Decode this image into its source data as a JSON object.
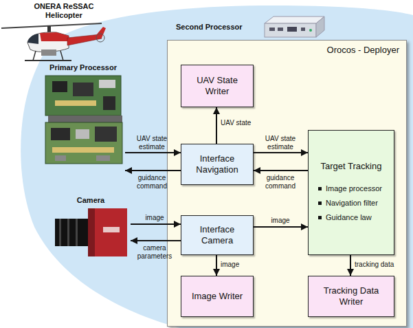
{
  "diagram": {
    "nodes": [
      {
        "text": [
          "Second Processor"
        ]
      },
      {
        "text": [
          "Orocos - Deployer"
        ],
        "in": 0
      },
      {
        "text": [
          "UAV State Writer"
        ],
        "in": 1
      },
      {
        "text": [
          "Primary Processor"
        ],
        "in": 0
      },
      {
        "text": [
          "Interface Navigation"
        ],
        "in": 1
      },
      {
        "text": [
          "Target Tracking",
          "Image processor",
          "Navigation filter",
          "Guidance law"
        ],
        "in": 1
      },
      {
        "text": [
          "Camera"
        ],
        "in": 0
      },
      {
        "text": [
          "Interface Camera"
        ],
        "in": 1
      },
      {
        "text": [
          "Image Writer"
        ],
        "in": 1
      },
      {
        "text": [
          "Tracking Data Writer"
        ],
        "in": 1
      }
    ],
    "edges": [
      {
        "from": 4,
        "to": 2,
        "label": "UAV state",
        "arrow": "to"
      },
      {
        "from": 3,
        "to": 4,
        "label": "UAV state estimate",
        "arrow": "to"
      },
      {
        "from": 4,
        "to": 3,
        "label": "guidance command",
        "arrow": "to"
      },
      {
        "from": 4,
        "to": 5,
        "label": "UAV state estimate",
        "arrow": "to"
      },
      {
        "from": 5,
        "to": 4,
        "label": "guidance command",
        "arrow": "to"
      },
      {
        "from": 6,
        "to": 7,
        "label": "image",
        "arrow": "to"
      },
      {
        "from": 7,
        "to": 6,
        "label": "camera parameters",
        "arrow": "to"
      },
      {
        "from": 7,
        "to": 5,
        "label": "image",
        "arrow": "to"
      },
      {
        "from": 7,
        "to": 8,
        "label": "image",
        "arrow": "to"
      },
      {
        "from": 5,
        "to": 9,
        "label": "tracking data",
        "arrow": "to"
      }
    ],
    "labels": [
      "ONERA ReSSAC Helicopter"
    ]
  }
}
